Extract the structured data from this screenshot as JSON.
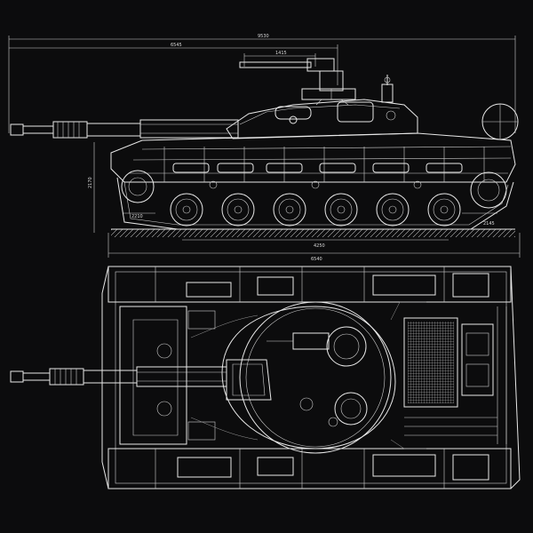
{
  "drawing": {
    "colors": {
      "background": "#0c0c0d",
      "line": "#e8e8e8"
    },
    "side_view": {
      "dimensions": {
        "overall_length": "9530",
        "turret_to_muzzle": "6545",
        "mg_mount": "1415",
        "height": "2170",
        "ground_clearance_front": "2210",
        "ground_clearance_rear": "2145",
        "track_length": "4250",
        "hull_length": "6540"
      }
    }
  }
}
